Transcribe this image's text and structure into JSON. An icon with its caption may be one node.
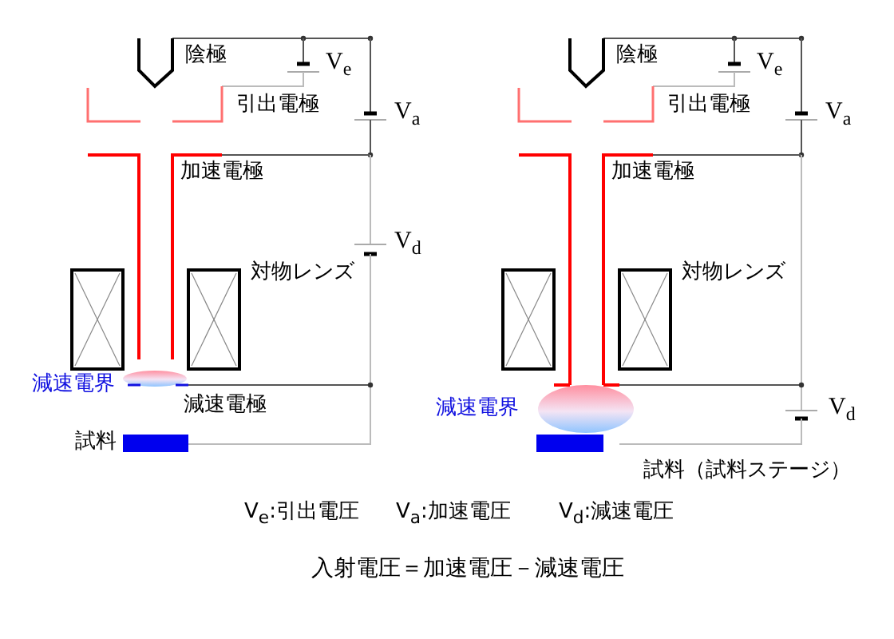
{
  "diagram": {
    "labels": [
      "陰極",
      "V$_{e}$",
      "引出電極",
      "V$_{a}$",
      "加速電極",
      "V$_{d}$",
      "対物レンズ",
      "減速電界",
      "減速電極",
      "試料",
      "陰極",
      "V$_{e}$",
      "引出電極",
      "V$_{a}$",
      "加速電極",
      "対物レンズ",
      "減速電界",
      "V$_{d}$",
      "試料（試料ステージ）",
      "V$_{e}$:引出電圧",
      "V$_{a}$:加速電圧",
      "V$_{d}$:減速電圧",
      "入射電圧＝加速電圧－減速電圧"
    ]
  }
}
